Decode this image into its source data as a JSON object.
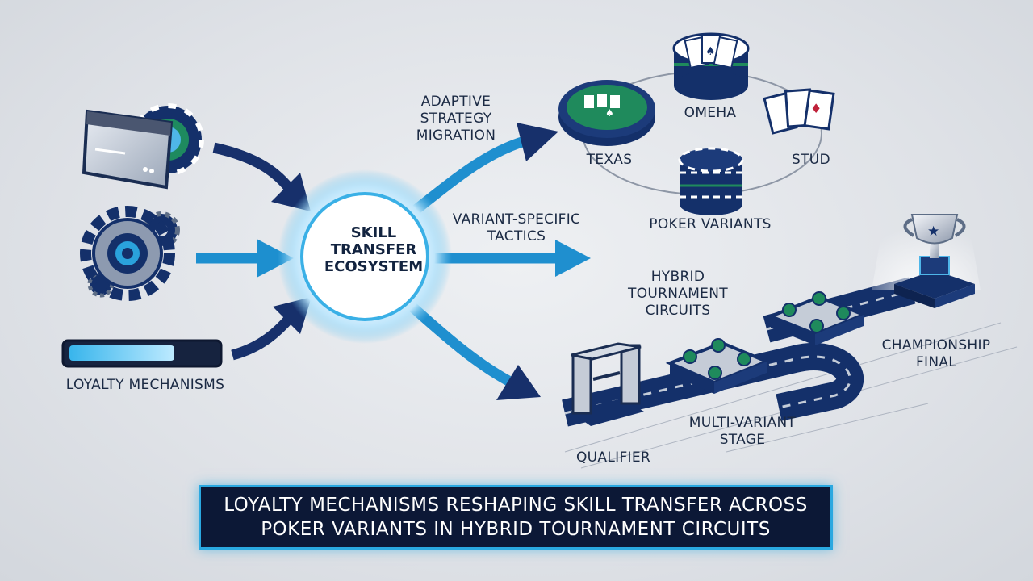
{
  "hub": {
    "line1": "SKILL",
    "line2": "TRANSFER",
    "line3": "ECOSYSTEM"
  },
  "inputs": {
    "loyalty_label": "LOYALTY MECHANISMS"
  },
  "flows": {
    "adaptive": [
      "ADAPTIVE",
      "STRATEGY",
      "MIGRATION"
    ],
    "variant_specific": [
      "VARIANT-SPECIFIC",
      "TACTICS"
    ],
    "hybrid": [
      "HYBRID",
      "TOURNAMENT",
      "CIRCUITS"
    ]
  },
  "variants": {
    "texas": "TEXAS",
    "omeha": "OMEHA",
    "stud": "STUD",
    "title": "POKER VARIANTS"
  },
  "circuit": {
    "qualifier": "QUALIFIER",
    "multi_variant": [
      "MULTI-VARIANT",
      "STAGE"
    ],
    "championship": [
      "CHAMPIONSHIP",
      "FINAL"
    ]
  },
  "banner": {
    "line1": "LOYALTY MECHANISMS RESHAPING SKILL TRANSFER ACROSS",
    "line2": "POKER VARIANTS IN HYBRID TOURNAMENT CIRCUITS"
  },
  "colors": {
    "navy": "#16306a",
    "cyan": "#27a3db",
    "green": "#1f8a5c"
  }
}
